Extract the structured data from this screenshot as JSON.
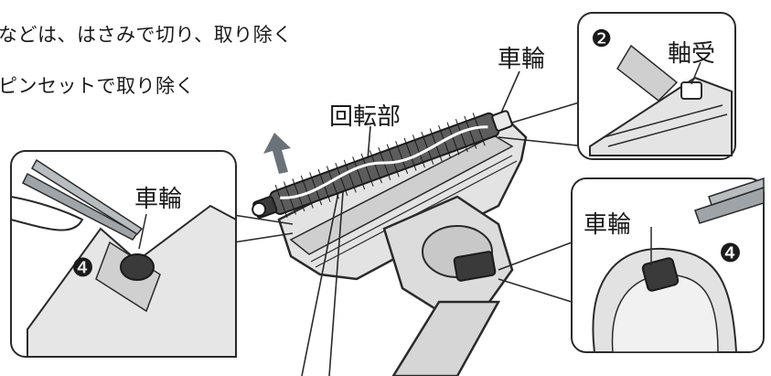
{
  "instructions": {
    "line1": "などは、はさみで切り、取り除く",
    "line2": "ピンセットで取り除く"
  },
  "labels": {
    "wheel_top": "車輪",
    "rotating_part": "回転部",
    "bearing": "軸受",
    "wheel_left": "車輪",
    "wheel_right": "車輪"
  },
  "markers": {
    "step2": "❷",
    "step4_left": "❹",
    "step4_right": "❹"
  },
  "colors": {
    "line": "#2a2a2a",
    "gray_body": "#d9d9d9",
    "dark_part": "#3a3a3a",
    "arrow": "#6b7278"
  }
}
